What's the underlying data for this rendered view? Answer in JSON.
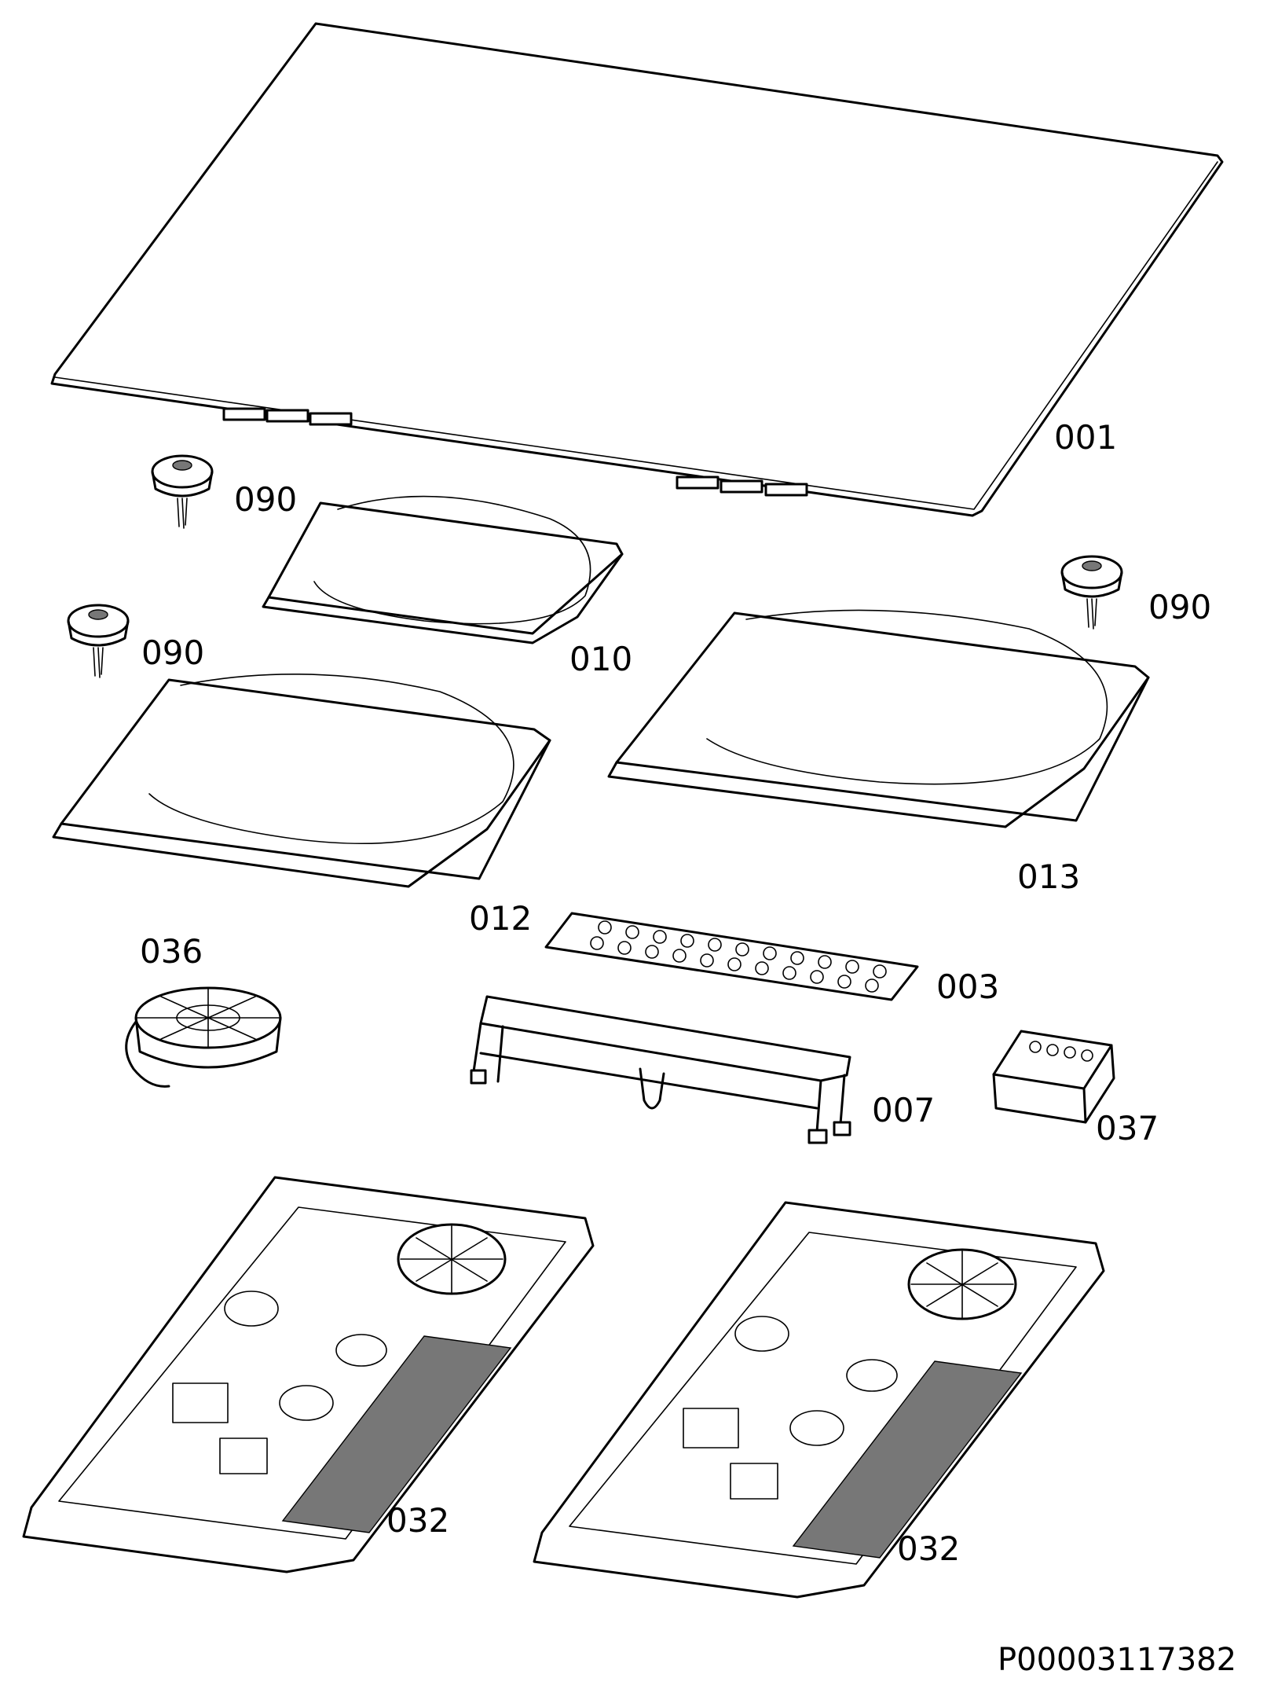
{
  "labels": {
    "glass": "001",
    "sensor_left_top": "090",
    "sensor_left": "090",
    "sensor_right": "090",
    "coil_small": "010",
    "coil_right": "013",
    "coil_left": "012",
    "fan": "036",
    "keyboard": "003",
    "frame": "007",
    "terminal": "037",
    "board_left": "032",
    "board_right": "032"
  },
  "drawing_code": "P00003117382"
}
